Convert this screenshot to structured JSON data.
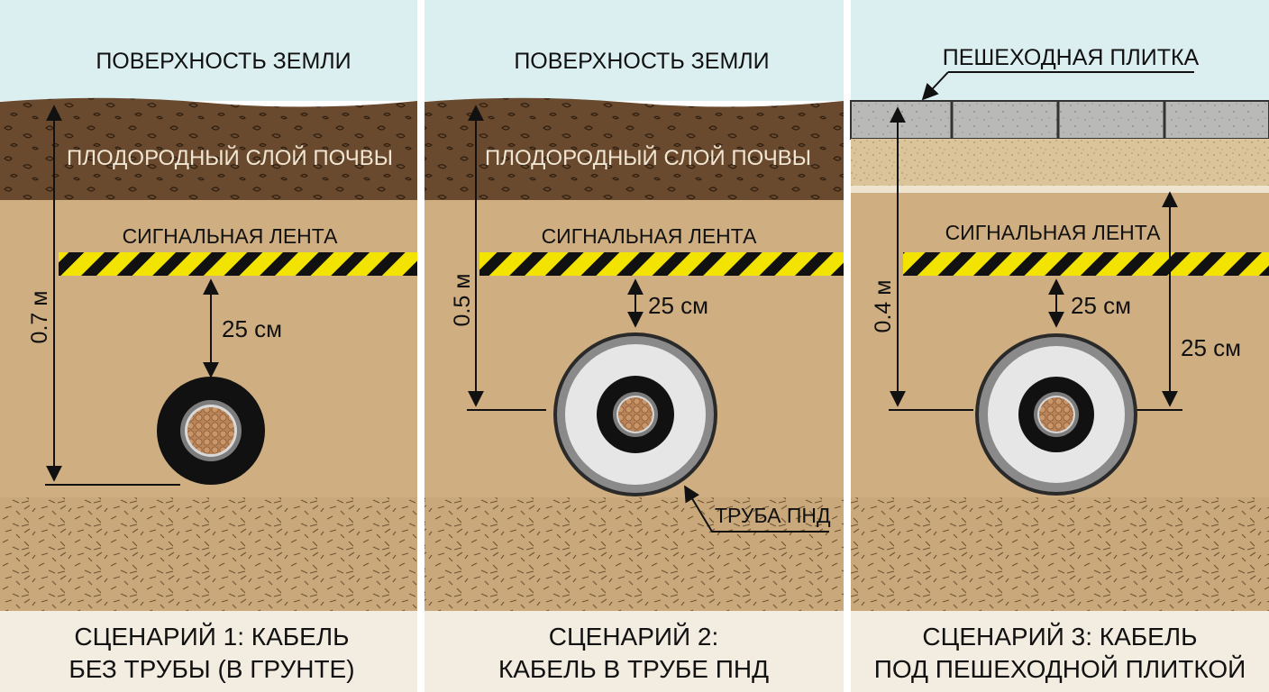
{
  "colors": {
    "sky": "#dbeef0",
    "topsoil": "#6a4a2e",
    "subsoil": "#cfae82",
    "gravel": "#c9a97c",
    "caption_bg": "#f3ece0",
    "tape_yellow": "#f2e300",
    "tape_black": "#111111",
    "tile": "#b9b9b7",
    "sand": "#dcc49a",
    "cable_core": "#b9845a",
    "pipe_outer": "#8a8a8a",
    "pipe_inner": "#e6e6e6"
  },
  "icons": [
    "cable-cross-section-icon",
    "pipe-cross-section-icon",
    "dimension-arrow-icon"
  ],
  "panels": [
    {
      "surface_label": "ПОВЕРХНОСТЬ ЗЕМЛИ",
      "layer_label": "ПЛОДОРОДНЫЙ СЛОЙ ПОЧВЫ",
      "tape_label": "СИГНАЛЬНАЯ ЛЕНТА",
      "depth_label": "0.7 м",
      "gap_label": "25 см",
      "caption_line1": "СЦЕНАРИЙ 1: КАБЕЛЬ",
      "caption_line2": "БЕЗ ТРУБЫ (В ГРУНТЕ)"
    },
    {
      "surface_label": "ПОВЕРХНОСТЬ ЗЕМЛИ",
      "layer_label": "ПЛОДОРОДНЫЙ СЛОЙ ПОЧВЫ",
      "tape_label": "СИГНАЛЬНАЯ ЛЕНТА",
      "depth_label": "0.5 м",
      "gap_label": "25 см",
      "pipe_label": "ТРУБА ПНД",
      "caption_line1": "СЦЕНАРИЙ 2:",
      "caption_line2": "КАБЕЛЬ В ТРУБЕ ПНД"
    },
    {
      "tile_label": "ПЕШЕХОДНАЯ ПЛИТКА",
      "tape_label": "СИГНАЛЬНАЯ ЛЕНТА",
      "depth_label": "0.4 м",
      "gap_label": "25 см",
      "gap2_label": "25 см",
      "caption_line1": "СЦЕНАРИЙ 3: КАБЕЛЬ",
      "caption_line2": "ПОД ПЕШЕХОДНОЙ ПЛИТКОЙ"
    }
  ]
}
